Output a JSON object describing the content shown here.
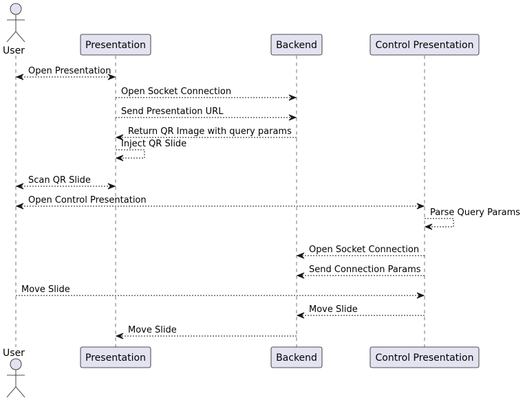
{
  "diagram": {
    "type": "sequence",
    "colors": {
      "participant_fill": "#e2e2f0",
      "stroke": "#181818",
      "text": "#000000",
      "background": "#ffffff"
    },
    "participants": [
      {
        "id": "user",
        "label": "User",
        "kind": "actor"
      },
      {
        "id": "presentation",
        "label": "Presentation",
        "kind": "participant"
      },
      {
        "id": "backend",
        "label": "Backend",
        "kind": "participant"
      },
      {
        "id": "control",
        "label": "Control Presentation",
        "kind": "participant"
      }
    ],
    "messages": [
      {
        "from": "user",
        "to": "presentation",
        "label": "Open Presentation",
        "bidirectional": true
      },
      {
        "from": "presentation",
        "to": "backend",
        "label": "Open Socket Connection",
        "bidirectional": false
      },
      {
        "from": "presentation",
        "to": "backend",
        "label": "Send Presentation URL",
        "bidirectional": false
      },
      {
        "from": "backend",
        "to": "presentation",
        "label": "Return QR Image with query params",
        "bidirectional": false
      },
      {
        "from": "presentation",
        "to": "presentation",
        "label": "Inject QR Slide",
        "bidirectional": false
      },
      {
        "from": "user",
        "to": "presentation",
        "label": "Scan QR Slide",
        "bidirectional": true
      },
      {
        "from": "user",
        "to": "control",
        "label": "Open Control Presentation",
        "bidirectional": true
      },
      {
        "from": "control",
        "to": "control",
        "label": "Parse Query Params",
        "bidirectional": false
      },
      {
        "from": "control",
        "to": "backend",
        "label": "Open Socket Connection",
        "bidirectional": false
      },
      {
        "from": "control",
        "to": "backend",
        "label": "Send Connection Params",
        "bidirectional": false
      },
      {
        "from": "user",
        "to": "control",
        "label": "Move Slide",
        "bidirectional": false
      },
      {
        "from": "control",
        "to": "backend",
        "label": "Move Slide",
        "bidirectional": false
      },
      {
        "from": "backend",
        "to": "presentation",
        "label": "Move Slide",
        "bidirectional": false
      }
    ]
  }
}
